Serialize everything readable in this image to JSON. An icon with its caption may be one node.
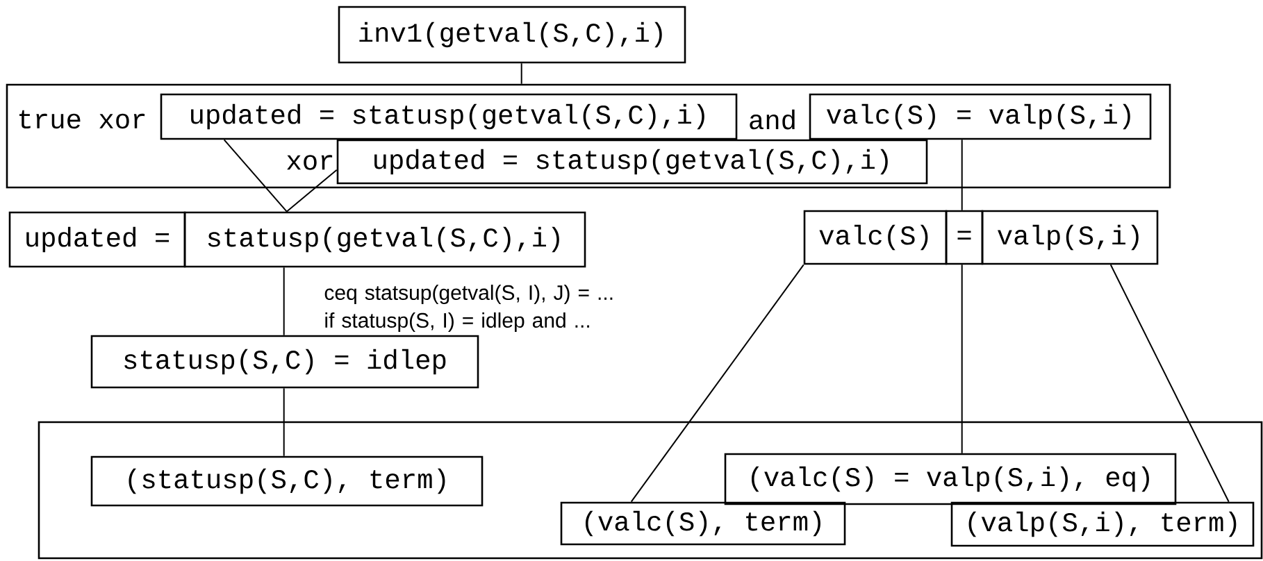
{
  "diagram": {
    "nodes": [
      {
        "text": [
          "inv1(getval(S,C),i)"
        ]
      },
      {
        "text": [
          "true xor",
          "and",
          "xor"
        ]
      },
      {
        "text": [
          "updated = statusp(getval(S,C),i)"
        ],
        "in": 1
      },
      {
        "text": [
          "valc(S) = valp(S,i)"
        ],
        "in": 1
      },
      {
        "text": [
          "updated = statusp(getval(S,C),i)"
        ],
        "in": 1
      },
      {
        "text": [
          "updated ="
        ]
      },
      {
        "text": [
          "statusp(getval(S,C),i)"
        ]
      },
      {
        "text": [
          "valc(S)"
        ]
      },
      {
        "text": [
          "="
        ]
      },
      {
        "text": [
          "valp(S,i)"
        ]
      },
      {
        "text": [
          "statusp(S,C) = idlep"
        ]
      },
      {
        "text": [],
        "shape": "box"
      },
      {
        "text": [
          "(statusp(S,C), term)"
        ],
        "in": 11
      },
      {
        "text": [
          "(valc(S) = valp(S,i), eq)"
        ],
        "in": 11
      },
      {
        "text": [
          "(valc(S), term)"
        ],
        "in": 11
      },
      {
        "text": [
          "(valp(S,i), term)"
        ],
        "in": 11
      }
    ],
    "edges": [
      {
        "from": 0,
        "to": 1,
        "arrow": "none"
      },
      {
        "from": 2,
        "to": 6,
        "arrow": "none"
      },
      {
        "from": 4,
        "to": 6,
        "arrow": "none"
      },
      {
        "from": 3,
        "to": 8,
        "arrow": "none"
      },
      {
        "from": 6,
        "to": 10,
        "arrow": "none",
        "label": "ceq statsup(getval(S, I), J) = ... if statusp(S, I) = idlep and ..."
      },
      {
        "from": 10,
        "to": 12,
        "arrow": "none"
      },
      {
        "from": 7,
        "to": 14,
        "arrow": "none"
      },
      {
        "from": 8,
        "to": 13,
        "arrow": "none"
      },
      {
        "from": 9,
        "to": 15,
        "arrow": "none"
      }
    ]
  }
}
